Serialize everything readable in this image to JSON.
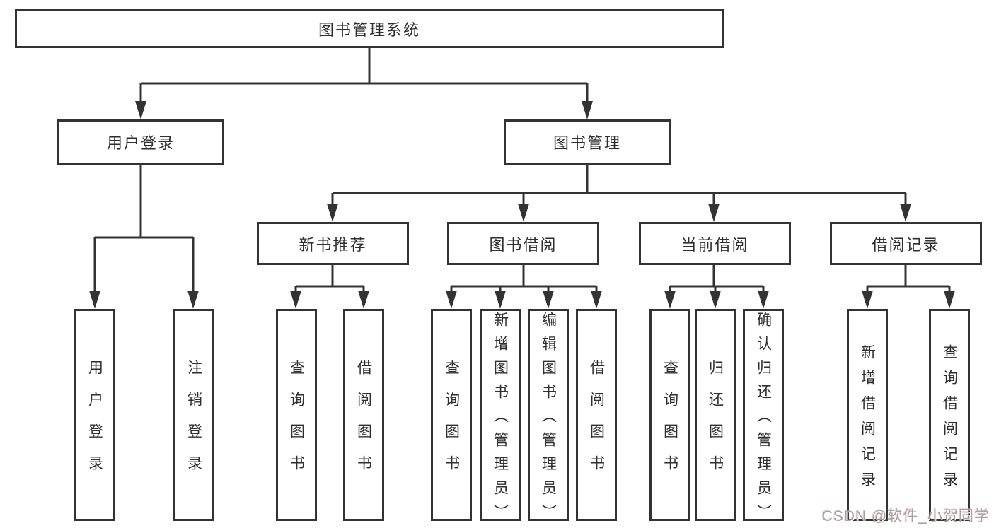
{
  "tree": {
    "root": {
      "label": "图书管理系统"
    },
    "level1": [
      {
        "label": "用户登录",
        "children": [
          {
            "label": "用户登录"
          },
          {
            "label": "注销登录"
          }
        ]
      },
      {
        "label": "图书管理",
        "children": [
          {
            "label": "新书推荐",
            "children": [
              {
                "label": "查询图书"
              },
              {
                "label": "借阅图书"
              }
            ]
          },
          {
            "label": "图书借阅",
            "children": [
              {
                "label": "查询图书"
              },
              {
                "label": "新增图书（管理员）"
              },
              {
                "label": "编辑图书（管理员）"
              },
              {
                "label": "借阅图书"
              }
            ]
          },
          {
            "label": "当前借阅",
            "children": [
              {
                "label": "查询图书"
              },
              {
                "label": "归还图书"
              },
              {
                "label": "确认归还（管理员）"
              }
            ]
          },
          {
            "label": "借阅记录",
            "children": [
              {
                "label": "新增借阅记录"
              },
              {
                "label": "查询借阅记录"
              }
            ]
          }
        ]
      }
    ]
  },
  "watermark": {
    "text": "CSDN @软件_小贺同学"
  },
  "colors": {
    "line": "#333333",
    "text": "#2f2f2f",
    "box_background": "#ffffff",
    "watermark": "#a3a3a3"
  }
}
